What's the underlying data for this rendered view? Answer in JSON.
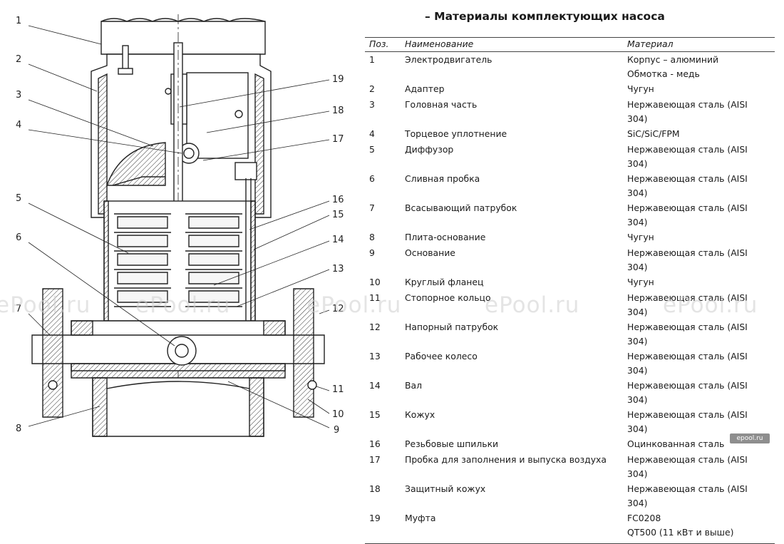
{
  "title": "– Материалы комплектующих насоса",
  "columns": [
    "Поз.",
    "Наименование",
    "Материал"
  ],
  "rows": [
    {
      "pos": "1",
      "name": "Электродвигатель",
      "material": "Корпус – алюминий",
      "material2": "Обмотка - медь"
    },
    {
      "pos": "2",
      "name": "Адаптер",
      "material": "Чугун"
    },
    {
      "pos": "3",
      "name": "Головная часть",
      "material": "Нержавеющая сталь (AISI 304)"
    },
    {
      "pos": "4",
      "name": "Торцевое уплотнение",
      "material": "SiC/SiC/FPM"
    },
    {
      "pos": "5",
      "name": "Диффузор",
      "material": "Нержавеющая сталь (AISI 304)"
    },
    {
      "pos": "6",
      "name": "Сливная пробка",
      "material": "Нержавеющая сталь (AISI 304)"
    },
    {
      "pos": "7",
      "name": "Всасывающий патрубок",
      "material": "Нержавеющая сталь (AISI 304)"
    },
    {
      "pos": "8",
      "name": "Плита-основание",
      "material": "Чугун"
    },
    {
      "pos": "9",
      "name": "Основание",
      "material": "Нержавеющая сталь (AISI 304)"
    },
    {
      "pos": "10",
      "name": "Круглый фланец",
      "material": "Чугун"
    },
    {
      "pos": "11",
      "name": "Стопорное кольцо",
      "material": "Нержавеющая сталь (AISI 304)"
    },
    {
      "pos": "12",
      "name": "Напорный патрубок",
      "material": "Нержавеющая сталь (AISI 304)"
    },
    {
      "pos": "13",
      "name": "Рабочее колесо",
      "material": "Нержавеющая сталь (AISI 304)"
    },
    {
      "pos": "14",
      "name": "Вал",
      "material": "Нержавеющая сталь (AISI 304)"
    },
    {
      "pos": "15",
      "name": "Кожух",
      "material": "Нержавеющая сталь (AISI 304)"
    },
    {
      "pos": "16",
      "name": "Резьбовые шпильки",
      "material": "Оцинкованная сталь"
    },
    {
      "pos": "17",
      "name": "Пробка для заполнения и выпуска воздуха",
      "material": "Нержавеющая сталь (AISI 304)"
    },
    {
      "pos": "18",
      "name": "Защитный кожух",
      "material": "Нержавеющая сталь (AISI 304)"
    },
    {
      "pos": "19",
      "name": "Муфта",
      "material": "FC0208",
      "material2": "QT500 (11 кВт и выше)"
    }
  ],
  "callouts": [
    "1",
    "2",
    "3",
    "4",
    "5",
    "6",
    "7",
    "8",
    "9",
    "10",
    "11",
    "12",
    "13",
    "14",
    "15",
    "16",
    "17",
    "18",
    "19"
  ],
  "watermark": "ePool.ru",
  "logo": "epool.ru"
}
